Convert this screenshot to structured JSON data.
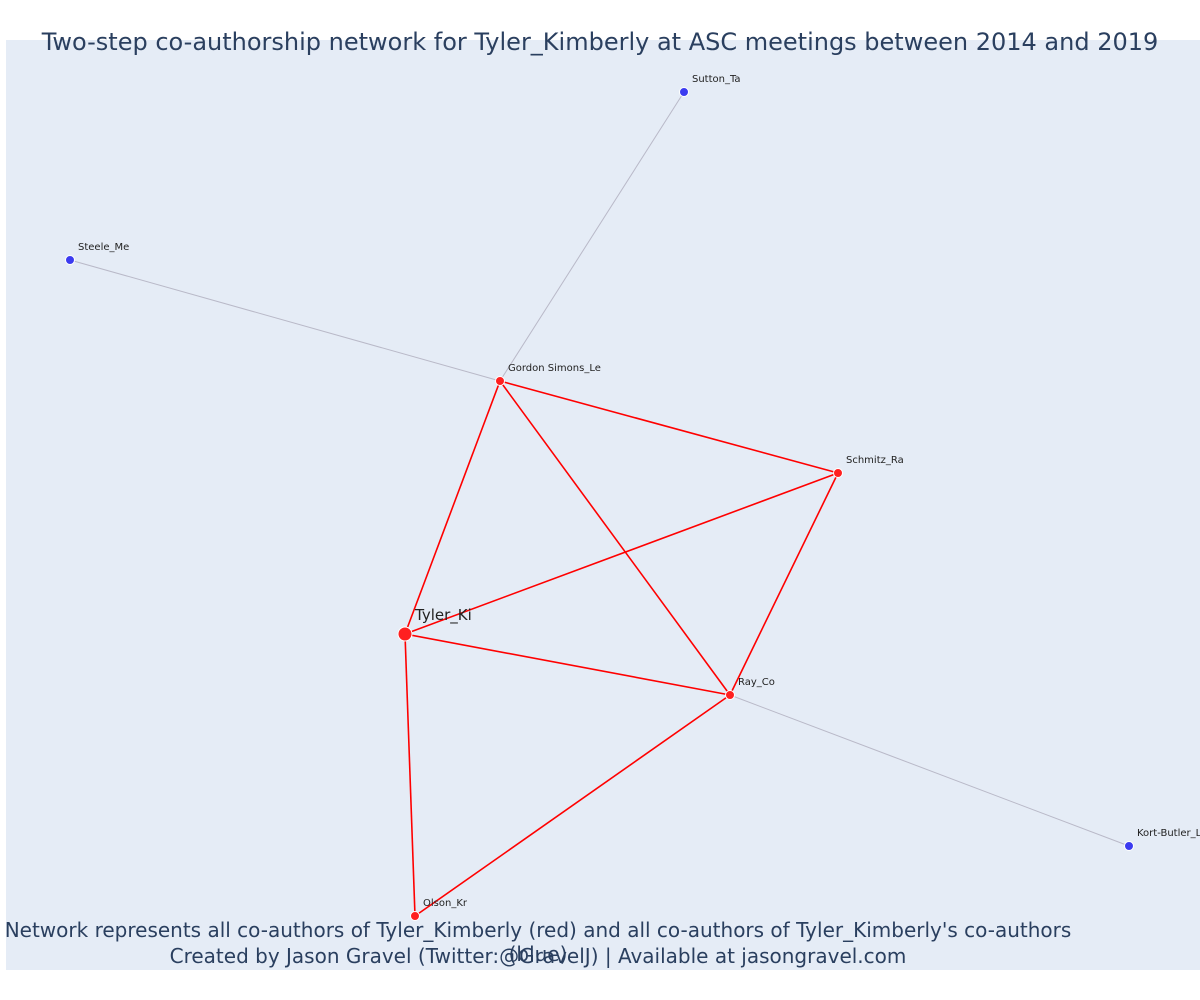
{
  "chart_data": {
    "type": "network",
    "title": "Two-step co-authorship network for Tyler_Kimberly at ASC meetings between 2014 and 2019",
    "footer_lines": [
      "Network represents all co-authors of Tyler_Kimberly (red) and all co-authors of Tyler_Kimberly's co-authors (blue)",
      "Created by Jason Gravel (Twitter:@GravelJ) | Available at jasongravel.com"
    ],
    "colors": {
      "background": "#e5ecf6",
      "first_degree": "#ff2020",
      "second_degree": "#3b3bf0",
      "first_edge": "#ff0000",
      "second_edge": "#b9b9c8",
      "text": "#2a3f5f"
    },
    "nodes": [
      {
        "id": "Tyler_Ki",
        "label": "Tyler_Ki",
        "group": "focal"
      },
      {
        "id": "Gordon Simons_Le",
        "label": "Gordon Simons_Le",
        "group": "first"
      },
      {
        "id": "Schmitz_Ra",
        "label": "Schmitz_Ra",
        "group": "first"
      },
      {
        "id": "Ray_Co",
        "label": "Ray_Co",
        "group": "first"
      },
      {
        "id": "Olson_Kr",
        "label": "Olson_Kr",
        "group": "first"
      },
      {
        "id": "Sutton_Ta",
        "label": "Sutton_Ta",
        "group": "second"
      },
      {
        "id": "Steele_Me",
        "label": "Steele_Me",
        "group": "second"
      },
      {
        "id": "Kort-Butler_L",
        "label": "Kort-Butler_L",
        "group": "second"
      }
    ],
    "edges": [
      {
        "source": "Tyler_Ki",
        "target": "Gordon Simons_Le",
        "type": "first"
      },
      {
        "source": "Tyler_Ki",
        "target": "Schmitz_Ra",
        "type": "first"
      },
      {
        "source": "Tyler_Ki",
        "target": "Ray_Co",
        "type": "first"
      },
      {
        "source": "Tyler_Ki",
        "target": "Olson_Kr",
        "type": "first"
      },
      {
        "source": "Gordon Simons_Le",
        "target": "Schmitz_Ra",
        "type": "first"
      },
      {
        "source": "Gordon Simons_Le",
        "target": "Ray_Co",
        "type": "first"
      },
      {
        "source": "Schmitz_Ra",
        "target": "Ray_Co",
        "type": "first"
      },
      {
        "source": "Ray_Co",
        "target": "Olson_Kr",
        "type": "first"
      },
      {
        "source": "Gordon Simons_Le",
        "target": "Sutton_Ta",
        "type": "second"
      },
      {
        "source": "Gordon Simons_Le",
        "target": "Steele_Me",
        "type": "second"
      },
      {
        "source": "Ray_Co",
        "target": "Kort-Butler_L",
        "type": "second"
      }
    ]
  }
}
